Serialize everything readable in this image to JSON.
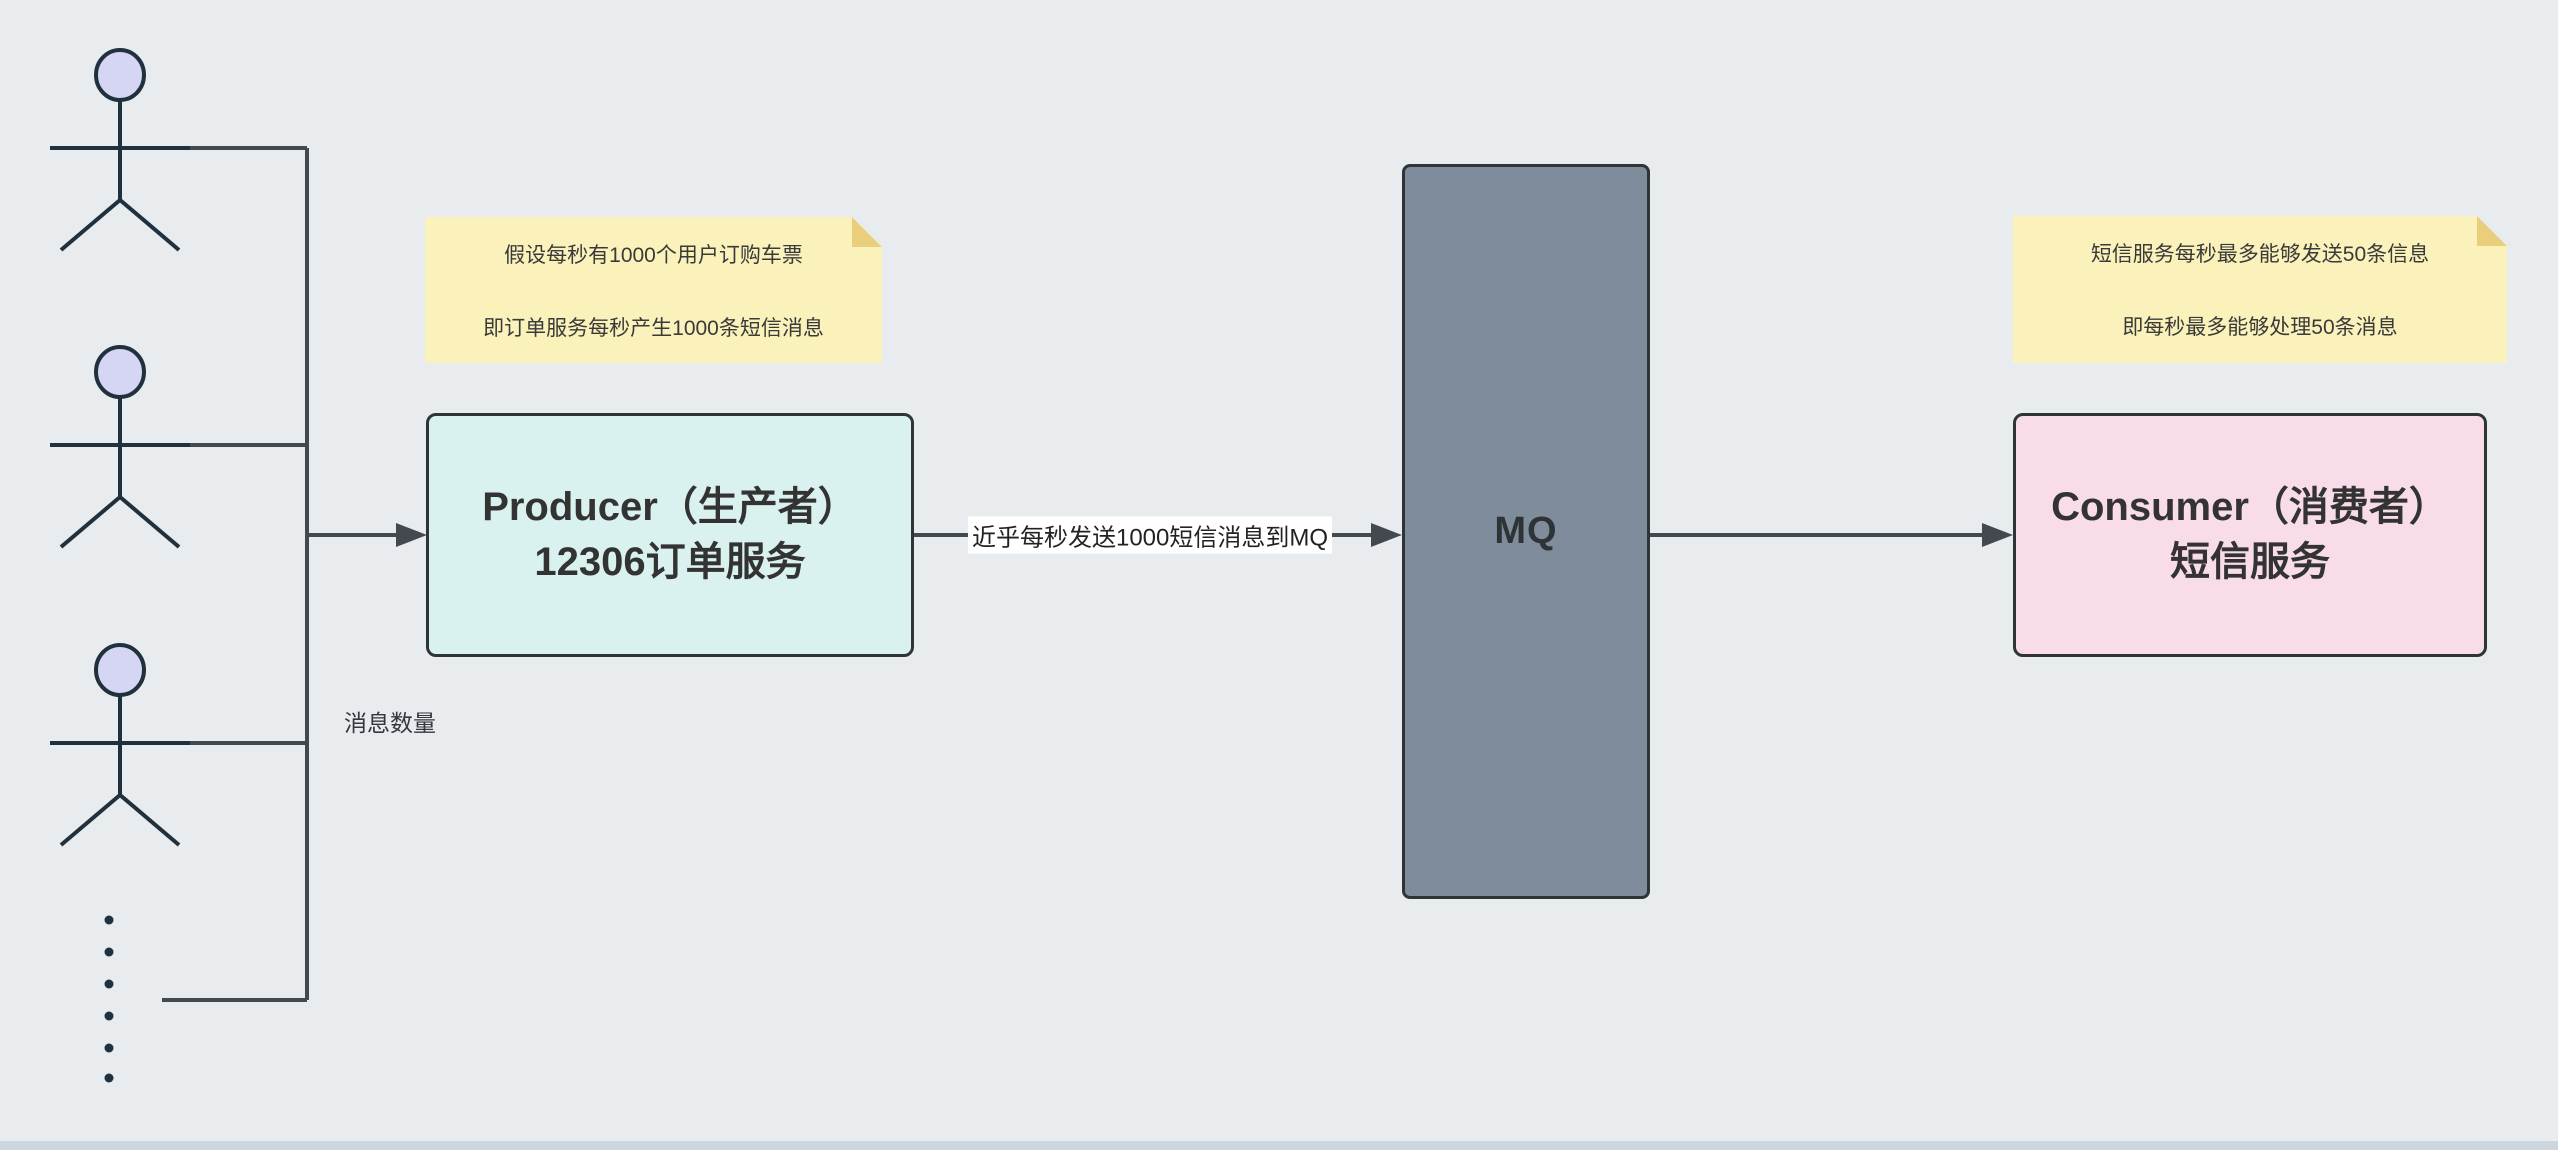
{
  "diagram": {
    "actors": {
      "icon": "user-stick-figure-icon",
      "count": 3,
      "group_label": "消息数量",
      "ellipsis_dots": 6
    },
    "notes": {
      "producer_note": {
        "line1": "假设每秒有1000个用户订购车票",
        "line2": "即订单服务每秒产生1000条短信消息"
      },
      "consumer_note": {
        "line1": "短信服务每秒最多能够发送50条信息",
        "line2": "即每秒最多能够处理50条消息"
      }
    },
    "nodes": {
      "producer": {
        "title": "Producer（生产者）",
        "subtitle": "12306订单服务"
      },
      "mq": {
        "label": "MQ"
      },
      "consumer": {
        "title": "Consumer（消费者）",
        "subtitle": "短信服务"
      }
    },
    "edges": {
      "producer_to_mq": {
        "label": "近乎每秒发送1000短信消息到MQ"
      }
    }
  },
  "colors": {
    "canvas-bg": "#e9ecee",
    "footer-strip": "#ccd6dc",
    "note-bg": "#faf2ba",
    "note-fold": "#e9cf7c",
    "producer-bg": "#daf2ef",
    "consumer-bg": "#f9dcea",
    "mq-bg": "#7f8c9b",
    "node-border": "#2f3437",
    "line-color": "#43494e",
    "actor-stroke": "#20303c",
    "actor-head-fill": "#d5d5f4",
    "text-color": "#333333"
  }
}
